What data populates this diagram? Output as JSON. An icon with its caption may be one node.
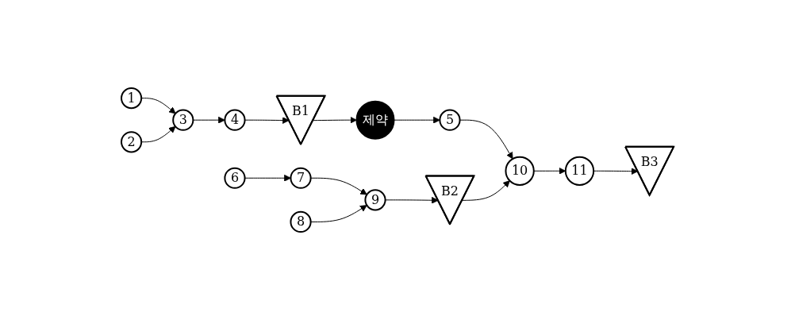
{
  "diagram": {
    "nodes": [
      {
        "text": [
          "1"
        ]
      },
      {
        "text": [
          "3"
        ]
      },
      {
        "text": [
          "4"
        ]
      },
      {
        "text": [
          "B1"
        ]
      },
      {
        "text": [
          "제약"
        ]
      },
      {
        "text": [
          "5"
        ]
      },
      {
        "text": [
          "10"
        ]
      },
      {
        "text": [
          "11"
        ]
      },
      {
        "text": [
          "B3"
        ]
      },
      {
        "text": [
          "2"
        ]
      },
      {
        "text": [
          "6"
        ]
      },
      {
        "text": [
          "7"
        ]
      },
      {
        "text": [
          "9"
        ]
      },
      {
        "text": [
          "B2"
        ]
      },
      {
        "text": [
          "8"
        ]
      }
    ],
    "edges": [
      {
        "from": 0,
        "to": 1,
        "arrow": "to"
      },
      {
        "from": 9,
        "to": 1,
        "arrow": "to"
      },
      {
        "from": 1,
        "to": 2,
        "arrow": "to"
      },
      {
        "from": 2,
        "to": 3,
        "arrow": "to"
      },
      {
        "from": 3,
        "to": 4,
        "arrow": "to"
      },
      {
        "from": 4,
        "to": 5,
        "arrow": "to"
      },
      {
        "from": 5,
        "to": 6,
        "arrow": "to"
      },
      {
        "from": 6,
        "to": 7,
        "arrow": "to"
      },
      {
        "from": 7,
        "to": 8,
        "arrow": "to"
      },
      {
        "from": 10,
        "to": 11,
        "arrow": "to"
      },
      {
        "from": 11,
        "to": 12,
        "arrow": "to"
      },
      {
        "from": 14,
        "to": 12,
        "arrow": "to"
      },
      {
        "from": 12,
        "to": 13,
        "arrow": "to"
      },
      {
        "from": 13,
        "to": 6,
        "arrow": "to"
      }
    ]
  }
}
